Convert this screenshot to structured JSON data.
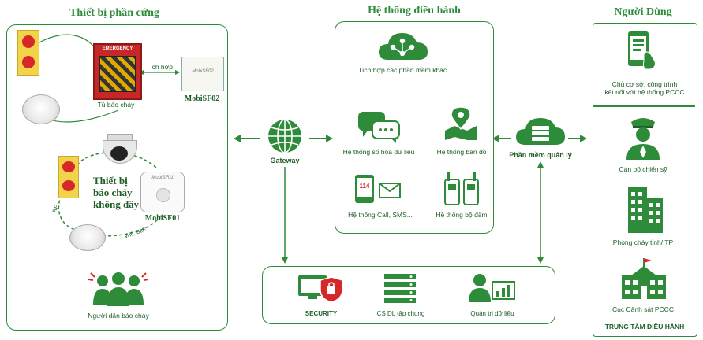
{
  "hardware": {
    "title": "Thiết bị phần cứng",
    "emergency_text": "EMERGENCY",
    "cabinet_label": "Tủ báo cháy",
    "link_label": "Tích hợp",
    "device_top_brand": "MobiSF02",
    "device_top_label": "MobiSF02",
    "wireless_label_line1": "Thiết bị",
    "wireless_label_line2": "báo cháy",
    "wireless_label_line3": "không dây",
    "device_bottom_brand": "MobiSF01",
    "device_bottom_label": "MobiSF01",
    "link_left_1": "RF",
    "link_right_1": "Wifi, BLE",
    "people_label": "Người dân báo cháy"
  },
  "gateway": {
    "label": "Gateway"
  },
  "system": {
    "title": "Hệ thống điều hành",
    "integration_label": "Tích hợp các phần mềm khác",
    "digital_label": "Hệ thống số hóa dữ liệu",
    "map_label": "Hệ thống bản đồ",
    "call_label": "Hệ thống Call, SMS...",
    "call_icon_text": "114",
    "radio_label": "Hệ thống bộ đàm"
  },
  "software": {
    "label": "Phần mềm quản lý"
  },
  "bottom": {
    "security_label": "SECURITY",
    "db_label": "CS DL tập chung",
    "admin_label": "Quản trị dữ liệu"
  },
  "users": {
    "title": "Người Dùng",
    "owner_line1": "Chủ cơ sở, công trình",
    "owner_line2": "kết nối với hệ thống PCCC",
    "officer_label": "Cán bộ chiến sỹ",
    "province_label": "Phòng cháy tỉnh/ TP",
    "police_label": "Cục Cảnh sát PCCC",
    "center_label": "TRUNG TÂM ĐIỀU HÀNH"
  },
  "colors": {
    "primary": "#2e8b3a",
    "dark": "#1d5e26",
    "alarm_red": "#d62828",
    "alarm_yellow": "#f2d34a"
  }
}
